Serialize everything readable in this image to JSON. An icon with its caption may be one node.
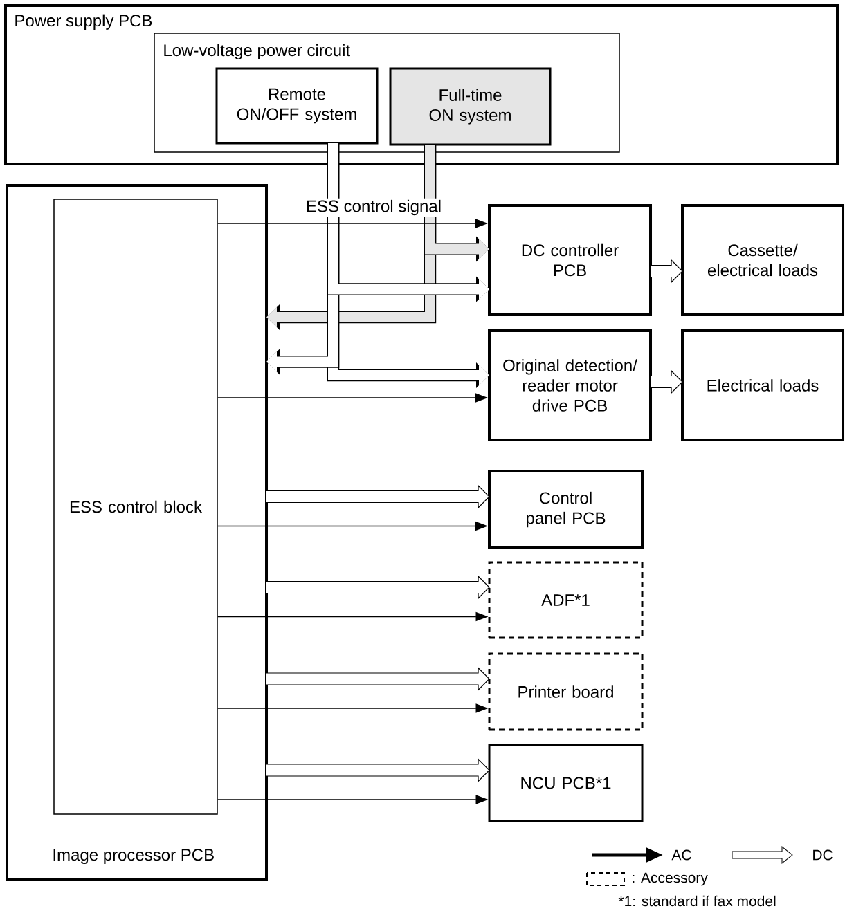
{
  "diagram": {
    "nodes": [
      {
        "text": [
          "Power supply PCB"
        ]
      },
      {
        "text": [
          "Low-voltage power circuit"
        ],
        "in": 0
      },
      {
        "text": [
          "Remote ON/OFF system"
        ],
        "in": 1
      },
      {
        "text": [
          "Full-time ON system"
        ],
        "in": 1
      },
      {
        "text": [
          "Image processor PCB"
        ]
      },
      {
        "text": [
          "ESS control block"
        ],
        "in": 4
      },
      {
        "text": [
          "DC controller PCB"
        ]
      },
      {
        "text": [
          "Cassette/ electrical loads"
        ]
      },
      {
        "text": [
          "Original detection/ reader motor drive PCB"
        ]
      },
      {
        "text": [
          "Electrical loads"
        ]
      },
      {
        "text": [
          "Control panel PCB"
        ]
      },
      {
        "text": [
          "ADF*1"
        ]
      },
      {
        "text": [
          "Printer board"
        ]
      },
      {
        "text": [
          "NCU PCB*1"
        ]
      }
    ],
    "edges": [
      {
        "from": 5,
        "to": 6,
        "arrow": "to",
        "label": "ESS control signal"
      },
      {
        "from": 5,
        "to": 8,
        "arrow": "to"
      },
      {
        "from": 5,
        "to": 10,
        "arrow": "to"
      },
      {
        "from": 5,
        "to": 11,
        "arrow": "to"
      },
      {
        "from": 5,
        "to": 12,
        "arrow": "to"
      },
      {
        "from": 5,
        "to": 13,
        "arrow": "to"
      },
      {
        "from": 3,
        "to": 6,
        "arrow": "to",
        "style": "thick",
        "color": "#e6e6e6"
      },
      {
        "from": 3,
        "to": 4,
        "arrow": "to",
        "style": "thick",
        "color": "#e6e6e6"
      },
      {
        "from": 2,
        "to": 8,
        "arrow": "to",
        "style": "thick",
        "color": "#ffffff"
      },
      {
        "from": 2,
        "to": 4,
        "arrow": "to",
        "style": "thick",
        "color": "#ffffff"
      },
      {
        "from": 2,
        "to": 6,
        "arrow": "to",
        "style": "thick",
        "color": "#ffffff"
      },
      {
        "from": 6,
        "to": 7,
        "arrow": "to",
        "style": "thick"
      },
      {
        "from": 8,
        "to": 9,
        "arrow": "to",
        "style": "thick"
      },
      {
        "from": 4,
        "to": 10,
        "arrow": "to",
        "style": "thick"
      },
      {
        "from": 4,
        "to": 11,
        "arrow": "to",
        "style": "thick"
      },
      {
        "from": 4,
        "to": 12,
        "arrow": "to",
        "style": "thick"
      },
      {
        "from": 4,
        "to": 13,
        "arrow": "to",
        "style": "thick"
      }
    ],
    "labels": [
      "*1: standard if fax model"
    ],
    "legend": [
      {
        "text": "AC"
      },
      {
        "text": "DC"
      },
      {
        "text": ": Accessory"
      }
    ]
  }
}
